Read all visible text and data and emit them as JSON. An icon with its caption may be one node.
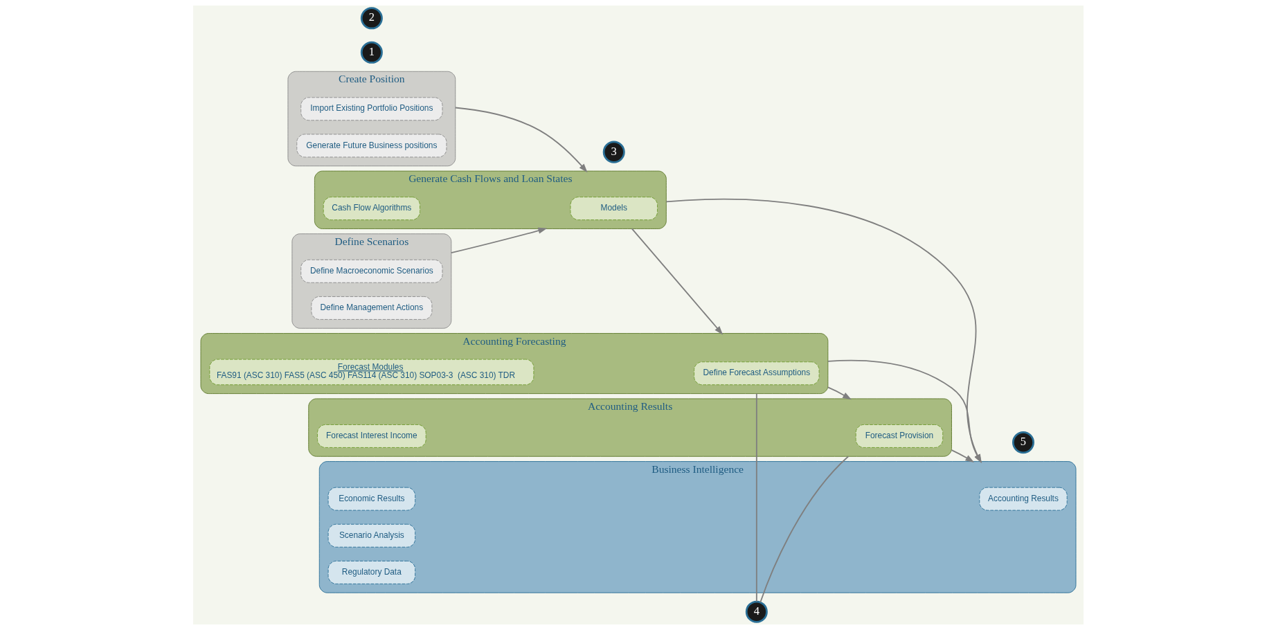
{
  "diagram": {
    "nodes": [
      {
        "text": [
          "Create Position"
        ]
      },
      {
        "text": [
          "Import Existing Portfolio Positions"
        ],
        "in": 0
      },
      {
        "text": [
          "Generate Future Business positions"
        ],
        "in": 0
      },
      {
        "text": [
          "Define Scenarios"
        ]
      },
      {
        "text": [
          "Define Macroeconomic Scenarios"
        ],
        "in": 3
      },
      {
        "text": [
          "Define Management Actions"
        ],
        "in": 3
      },
      {
        "text": [
          "Generate Cash Flows and Loan States"
        ]
      },
      {
        "text": [
          "Models"
        ],
        "in": 6
      },
      {
        "text": [
          "Cash Flow Algorithms"
        ],
        "in": 6
      },
      {
        "text": [
          "Accounting Forecasting"
        ]
      },
      {
        "text": [
          "Define Forecast Assumptions"
        ],
        "in": 9
      },
      {
        "text": [
          "Forecast Modules",
          "FAS91 (ASC 310) FAS5 (ASC 450) FAS114 (ASC 310) SOP03-3  (ASC 310) TDR"
        ],
        "in": 9
      },
      {
        "text": [
          "Accounting Results"
        ]
      },
      {
        "text": [
          "Forecast Provision"
        ],
        "in": 12
      },
      {
        "text": [
          "Forecast Interest Income"
        ],
        "in": 12
      },
      {
        "text": [
          "Business Intelligence"
        ]
      },
      {
        "text": [
          "Accounting Results"
        ],
        "in": 15
      },
      {
        "text": [
          "Economic Results"
        ],
        "in": 15
      },
      {
        "text": [
          "Scenario Analysis"
        ],
        "in": 15
      },
      {
        "text": [
          "Regulatory Data"
        ],
        "in": 15
      },
      {
        "text": [
          "1"
        ]
      },
      {
        "text": [
          "2"
        ]
      },
      {
        "text": [
          "3"
        ]
      },
      {
        "text": [
          "4"
        ]
      },
      {
        "text": [
          "5"
        ]
      }
    ],
    "edges": [
      {
        "from": 0,
        "to": 6,
        "arrow": "to"
      },
      {
        "from": 3,
        "to": 6,
        "arrow": "to"
      },
      {
        "from": 6,
        "to": 9,
        "arrow": "to"
      },
      {
        "from": 9,
        "to": 12,
        "arrow": "to"
      },
      {
        "from": 12,
        "to": 15,
        "arrow": "to"
      },
      {
        "from": 6,
        "to": 15,
        "arrow": "to"
      },
      {
        "from": 9,
        "to": 15,
        "arrow": "to"
      },
      {
        "from": 23,
        "to": 9,
        "arrow": "none"
      },
      {
        "from": 23,
        "to": 12,
        "arrow": "none"
      }
    ]
  }
}
